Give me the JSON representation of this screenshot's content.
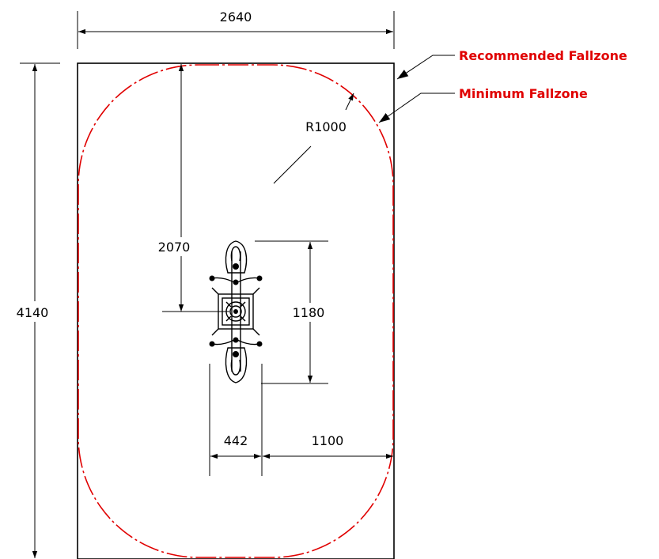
{
  "dimensions": {
    "width": "2640",
    "height": "4140",
    "radius": "R1000",
    "half_height": "2070",
    "equipment_length": "1180",
    "equipment_width": "442",
    "clearance": "1100"
  },
  "legend": {
    "recommended": "Recommended Fallzone",
    "minimum": "Minimum Fallzone"
  },
  "colors": {
    "recommended_line": "#000000",
    "minimum_line": "#e00000",
    "legend_text": "#e00000"
  },
  "icons": {
    "equipment": "seesaw-equipment-icon"
  }
}
